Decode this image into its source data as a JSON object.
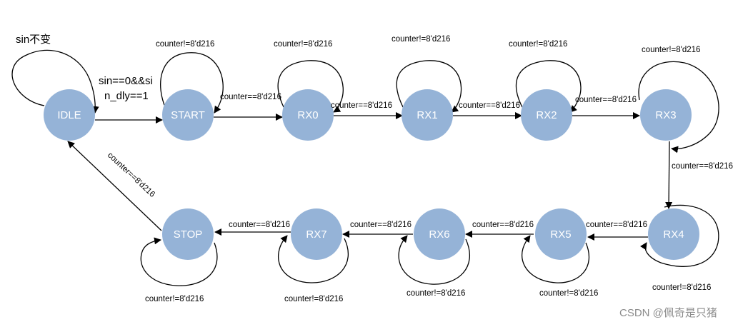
{
  "states": {
    "idle": "IDLE",
    "start": "START",
    "rx0": "RX0",
    "rx1": "RX1",
    "rx2": "RX2",
    "rx3": "RX3",
    "rx4": "RX4",
    "rx5": "RX5",
    "rx6": "RX6",
    "rx7": "RX7",
    "stop": "STOP"
  },
  "labels": {
    "idle_self": "sin不变",
    "idle_to_start_line1": "sin==0&&si",
    "idle_to_start_line2": "n_dly==1",
    "start_self": "counter!=8'd216",
    "start_to_rx0": "counter==8'd216",
    "rx0_self": "counter!=8'd216",
    "rx0_to_rx1": "counter==8'd216",
    "rx1_self": "counter!=8'd216",
    "rx1_to_rx2": "counter==8'd216",
    "rx2_self": "counter!=8'd216",
    "rx2_to_rx3": "counter==8'd216",
    "rx3_self": "counter!=8'd216",
    "rx3_to_rx4": "counter==8'd216",
    "rx4_self": "counter!=8'd216",
    "rx4_to_rx5": "counter==8'd216",
    "rx5_self": "counter!=8'd216",
    "rx5_to_rx6": "counter==8'd216",
    "rx6_self": "counter!=8'd216",
    "rx6_to_rx7": "counter==8'd216",
    "rx7_self": "counter!=8'd216",
    "rx7_to_stop": "counter==8'd216",
    "stop_self": "counter!=8'd216",
    "stop_to_idle": "counter==8'd216"
  },
  "watermark": "CSDN @佩奇是只猪"
}
